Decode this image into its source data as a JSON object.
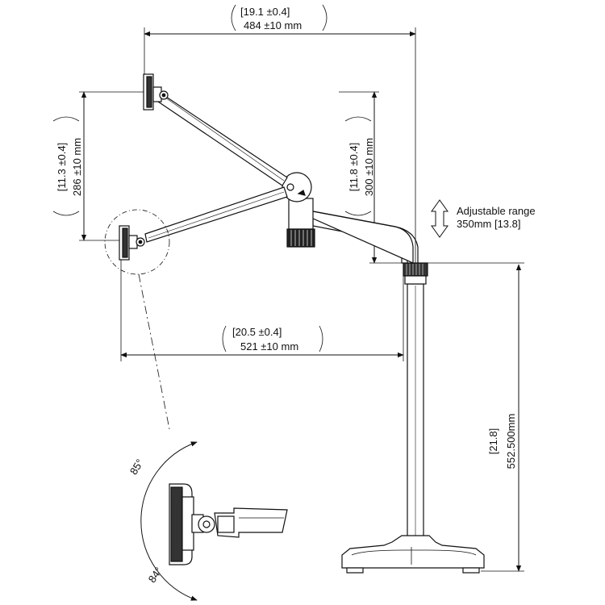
{
  "dimensions": {
    "top_width_in": "[19.1 ±0.4]",
    "top_width_mm": "484 ±10  mm",
    "left_height_in": "[11.3 ±0.4]",
    "left_height_mm": "286 ±10  mm",
    "mid_height_in": "[11.8 ±0.4]",
    "mid_height_mm": "300 ±10  mm",
    "reach_in": "[20.5 ±0.4]",
    "reach_mm": "521 ±10  mm",
    "pole_height_in": "[21.8]",
    "pole_height_mm": "552.500mm"
  },
  "adjustable": {
    "title": "Adjustable range",
    "value": "350mm [13.8]"
  },
  "angles": {
    "tilt_up": "85°",
    "tilt_down": "84°"
  }
}
